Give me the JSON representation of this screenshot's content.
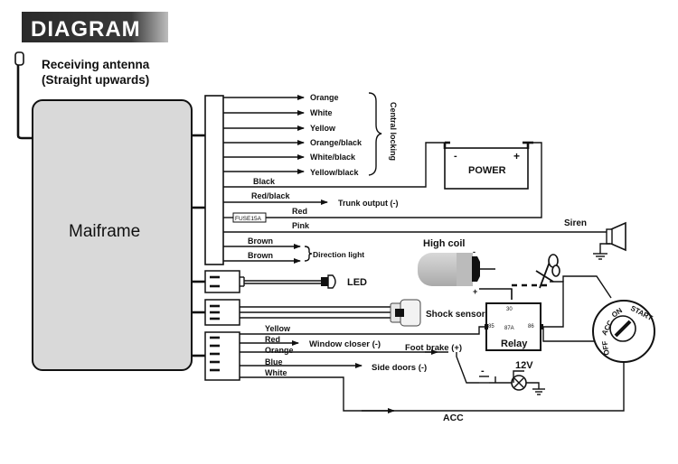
{
  "header": {
    "title": "DIAGRAM"
  },
  "antenna": {
    "line1": "Receiving antenna",
    "line2": "(Straight upwards)"
  },
  "mainframe": {
    "label": "Maiframe"
  },
  "central_locking": {
    "label": "Central locking",
    "wires": [
      "Orange",
      "White",
      "Yellow",
      "Orange/black",
      "White/black",
      "Yellow/black"
    ]
  },
  "power": {
    "label": "POWER",
    "minus": "-",
    "plus": "+"
  },
  "wires": {
    "black": "Black",
    "red_black": "Red/black",
    "trunk_output": "Trunk output (-)",
    "fuse": "FUSE15A",
    "red": "Red",
    "pink": "Pink",
    "siren": "Siren",
    "brown1": "Brown",
    "brown2": "Brown",
    "direction_light": "Direction light"
  },
  "led": {
    "label": "LED"
  },
  "shock_sensor": {
    "label": "Shock sensor"
  },
  "high_coil": {
    "label": "High coil",
    "minus": "-",
    "plus": "+"
  },
  "relay": {
    "label": "Relay",
    "pin30": "30",
    "pin85": "85",
    "pin87a": "87A",
    "pin86": "86"
  },
  "ignition": {
    "acc": "ACC",
    "on": "ON",
    "start": "START",
    "off": "OFF"
  },
  "bottom_wires": {
    "yellow": "Yellow",
    "red": "Red",
    "orange": "Orange",
    "blue": "Blue",
    "white": "White",
    "window_closer": "Window closer (-)",
    "foot_brake": "Foot brake (+)",
    "side_doors": "Side doors (-)",
    "v12": "12V",
    "acc": "ACC"
  }
}
